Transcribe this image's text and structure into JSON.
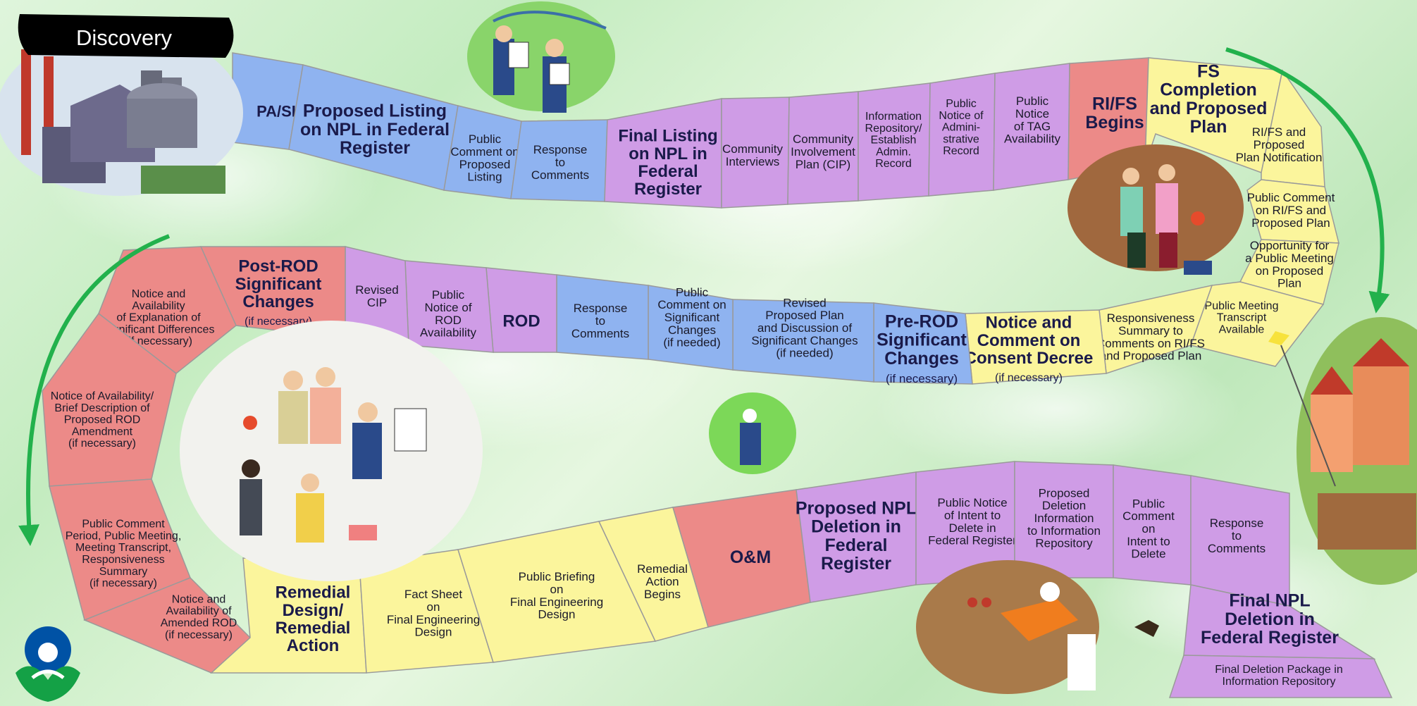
{
  "title": "Discovery",
  "colors": {
    "blue": "#8fb3f0",
    "purple": "#cf9ce6",
    "red": "#ec8a88",
    "yellow": "#fbf59c",
    "arrow": "#22b14c",
    "epa_blue": "#0052a5",
    "epa_green": "#14a146"
  },
  "steps": [
    {
      "id": "pa-si",
      "lines": [
        "PA/SI"
      ],
      "color": "blue",
      "major": true
    },
    {
      "id": "proposed-listing",
      "lines": [
        "Proposed Listing",
        "on NPL in Federal",
        "Register"
      ],
      "color": "blue",
      "major": true
    },
    {
      "id": "public-comment-proposed-listing",
      "lines": [
        "Public",
        "Comment on",
        "Proposed",
        "Listing"
      ],
      "color": "blue"
    },
    {
      "id": "response-to-comments-1",
      "lines": [
        "Response",
        "to",
        "Comments"
      ],
      "color": "blue"
    },
    {
      "id": "final-listing",
      "lines": [
        "Final Listing",
        "on NPL in",
        "Federal",
        "Register"
      ],
      "color": "purple",
      "major": true
    },
    {
      "id": "community-interviews",
      "lines": [
        "Community",
        "Interviews"
      ],
      "color": "purple"
    },
    {
      "id": "community-involvement-plan",
      "lines": [
        "Community",
        "Involvement",
        "Plan (CIP)"
      ],
      "color": "purple"
    },
    {
      "id": "information-repository",
      "lines": [
        "Information",
        "Repository/",
        "Establish",
        "Admin.",
        "Record"
      ],
      "color": "purple"
    },
    {
      "id": "public-notice-admin-record",
      "lines": [
        "Public",
        "Notice of",
        "Admini-",
        "strative",
        "Record"
      ],
      "color": "purple"
    },
    {
      "id": "public-notice-tag",
      "lines": [
        "Public",
        "Notice",
        "of TAG",
        "Availability"
      ],
      "color": "purple"
    },
    {
      "id": "rifs-begins",
      "lines": [
        "RI/FS",
        "Begins"
      ],
      "color": "red",
      "major": true
    },
    {
      "id": "fs-completion",
      "lines": [
        "FS",
        "Completion",
        "and Proposed",
        "Plan"
      ],
      "color": "yellow",
      "major": true
    },
    {
      "id": "rifs-proposed-plan-notification",
      "lines": [
        "RI/FS and",
        "Proposed",
        "Plan Notification"
      ],
      "color": "yellow"
    },
    {
      "id": "public-comment-rifs",
      "lines": [
        "Public Comment",
        "on RI/FS and",
        "Proposed Plan"
      ],
      "color": "yellow"
    },
    {
      "id": "opportunity-public-meeting",
      "lines": [
        "Opportunity for",
        "a Public Meeting",
        "on Proposed",
        "Plan"
      ],
      "color": "yellow"
    },
    {
      "id": "public-meeting-transcript",
      "lines": [
        "Public Meeting",
        "Transcript",
        "Available"
      ],
      "color": "yellow"
    },
    {
      "id": "responsiveness-summary",
      "lines": [
        "Responsiveness",
        "Summary to",
        "Comments on RI/FS",
        "and Proposed Plan"
      ],
      "color": "yellow"
    },
    {
      "id": "notice-consent-decree",
      "lines": [
        "Notice and",
        "Comment on",
        "Consent Decree"
      ],
      "sub": "(if necessary)",
      "color": "yellow",
      "major": true
    },
    {
      "id": "pre-rod-changes",
      "lines": [
        "Pre-ROD",
        "Significant",
        "Changes"
      ],
      "sub": "(if necessary)",
      "color": "blue",
      "major": true
    },
    {
      "id": "revised-proposed-plan",
      "lines": [
        "Revised",
        "Proposed Plan",
        "and Discussion of",
        "Significant Changes",
        "(if needed)"
      ],
      "color": "blue"
    },
    {
      "id": "public-comment-significant-changes",
      "lines": [
        "Public",
        "Comment on",
        "Significant",
        "Changes",
        "(if needed)"
      ],
      "color": "blue"
    },
    {
      "id": "response-to-comments-2",
      "lines": [
        "Response",
        "to",
        "Comments"
      ],
      "color": "blue"
    },
    {
      "id": "rod",
      "lines": [
        "ROD"
      ],
      "color": "purple",
      "major": true
    },
    {
      "id": "public-notice-rod",
      "lines": [
        "Public",
        "Notice of",
        "ROD",
        "Availability"
      ],
      "color": "purple"
    },
    {
      "id": "revised-cip",
      "lines": [
        "Revised",
        "CIP"
      ],
      "color": "purple"
    },
    {
      "id": "post-rod-changes",
      "lines": [
        "Post-ROD",
        "Significant",
        "Changes"
      ],
      "sub": "(if necessary)",
      "color": "red",
      "major": true
    },
    {
      "id": "notice-explanation-differences",
      "lines": [
        "Notice and",
        "Availability",
        "of Explanation of",
        "Significant Differences",
        "(if necessary)"
      ],
      "color": "red"
    },
    {
      "id": "notice-rod-amendment",
      "lines": [
        "Notice of Availability/",
        "Brief Description of",
        "Proposed ROD",
        "Amendment",
        "(if necessary)"
      ],
      "color": "red"
    },
    {
      "id": "public-comment-period",
      "lines": [
        "Public Comment",
        "Period, Public Meeting,",
        "Meeting Transcript,",
        "Responsiveness",
        "Summary",
        "(if necessary)"
      ],
      "color": "red"
    },
    {
      "id": "notice-amended-rod",
      "lines": [
        "Notice and",
        "Availability of",
        "Amended ROD",
        "(if necessary)"
      ],
      "color": "red"
    },
    {
      "id": "remedial-design",
      "lines": [
        "Remedial",
        "Design/",
        "Remedial",
        "Action"
      ],
      "color": "yellow",
      "major": true
    },
    {
      "id": "fact-sheet",
      "lines": [
        "Fact Sheet",
        "on",
        "Final Engineering",
        "Design"
      ],
      "color": "yellow"
    },
    {
      "id": "public-briefing",
      "lines": [
        "Public Briefing",
        "on",
        "Final Engineering",
        "Design"
      ],
      "color": "yellow"
    },
    {
      "id": "remedial-action-begins",
      "lines": [
        "Remedial",
        "Action",
        "Begins"
      ],
      "color": "yellow"
    },
    {
      "id": "om",
      "lines": [
        "O&M"
      ],
      "color": "red",
      "major": true
    },
    {
      "id": "proposed-npl-deletion",
      "lines": [
        "Proposed NPL",
        "Deletion in",
        "Federal",
        "Register"
      ],
      "color": "purple",
      "major": true
    },
    {
      "id": "public-notice-intent-delete",
      "lines": [
        "Public Notice",
        "of Intent to",
        "Delete in",
        "Federal Register"
      ],
      "color": "purple"
    },
    {
      "id": "proposed-deletion-info",
      "lines": [
        "Proposed",
        "Deletion",
        "Information",
        "to Information",
        "Repository"
      ],
      "color": "purple"
    },
    {
      "id": "public-comment-intent",
      "lines": [
        "Public",
        "Comment",
        "on",
        "Intent to",
        "Delete"
      ],
      "color": "purple"
    },
    {
      "id": "response-to-comments-3",
      "lines": [
        "Response",
        "to",
        "Comments"
      ],
      "color": "purple"
    },
    {
      "id": "final-npl-deletion",
      "lines": [
        "Final NPL",
        "Deletion in",
        "Federal Register"
      ],
      "color": "purple",
      "major": true
    },
    {
      "id": "final-deletion-package",
      "lines": [
        "Final Deletion Package in",
        "Information Repository"
      ],
      "color": "purple"
    }
  ]
}
